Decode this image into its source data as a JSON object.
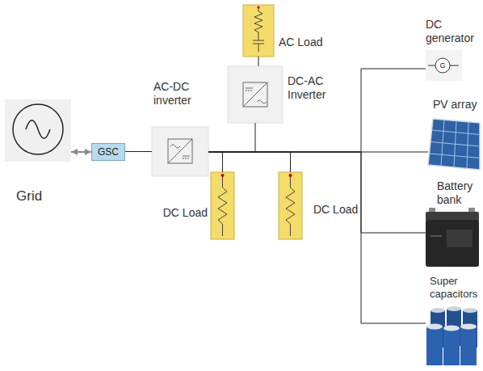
{
  "diagram": {
    "nodes": [
      {
        "text": [
          "Grid"
        ]
      },
      {
        "text": [
          "GSC"
        ]
      },
      {
        "text": [
          "AC-DC inverter"
        ]
      },
      {
        "text": [
          "AC Load"
        ]
      },
      {
        "text": [
          "DC-AC Inverter"
        ]
      },
      {
        "text": [
          "DC Load"
        ]
      },
      {
        "text": [
          "DC Load"
        ]
      },
      {
        "text": [
          "DC generator"
        ]
      },
      {
        "text": [
          "PV array"
        ]
      },
      {
        "text": [
          "Battery bank"
        ]
      },
      {
        "text": [
          "Super capacitors"
        ]
      }
    ],
    "edges": [
      {
        "from": 0,
        "to": 1,
        "arrow": "both"
      },
      {
        "from": 1,
        "to": 2,
        "arrow": "none"
      },
      {
        "from": 2,
        "to": 4,
        "arrow": "none"
      },
      {
        "from": 4,
        "to": 3,
        "arrow": "none"
      },
      {
        "from": 2,
        "to": 5,
        "arrow": "none"
      },
      {
        "from": 2,
        "to": 6,
        "arrow": "none"
      },
      {
        "from": 2,
        "to": 7,
        "arrow": "none"
      },
      {
        "from": 2,
        "to": 8,
        "arrow": "none"
      },
      {
        "from": 2,
        "to": 9,
        "arrow": "none"
      },
      {
        "from": 2,
        "to": 10,
        "arrow": "none"
      }
    ],
    "labels": [
      "G"
    ]
  }
}
